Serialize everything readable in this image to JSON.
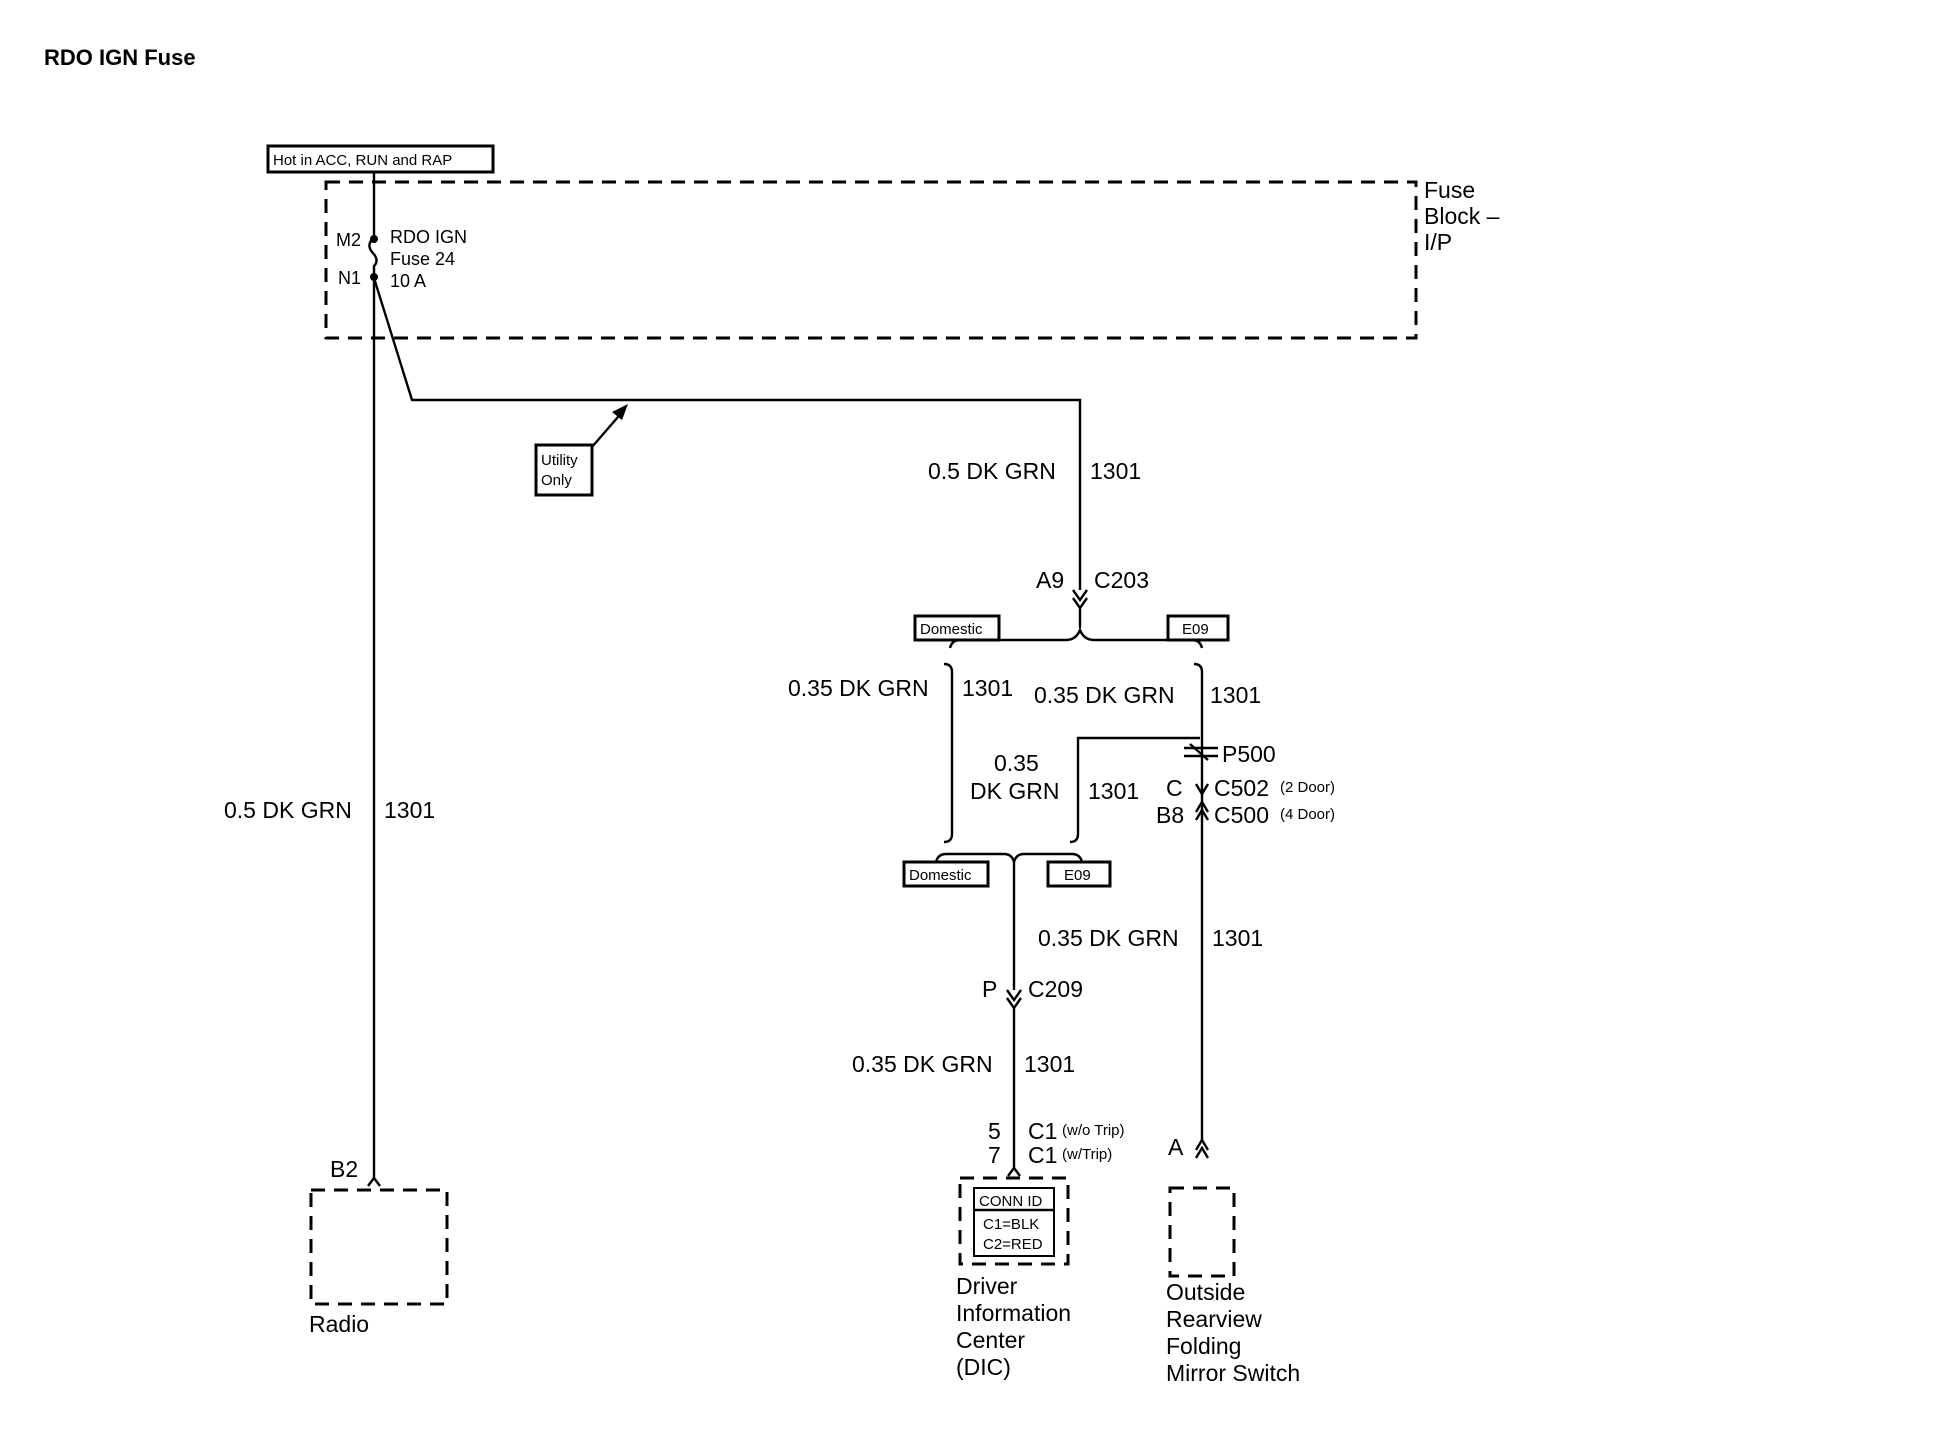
{
  "title": "RDO IGN Fuse",
  "hot_label": "Hot in ACC, RUN and RAP",
  "fuse_block": {
    "line1": "Fuse",
    "line2": "Block –",
    "line3": "I/P"
  },
  "fuse": {
    "pin_top": "M2",
    "pin_bottom": "N1",
    "name": "RDO IGN",
    "number": "Fuse 24",
    "rating": "10 A"
  },
  "utility": {
    "line1": "Utility",
    "line2": "Only"
  },
  "wires": {
    "radio_gauge": "0.5 DK GRN",
    "radio_circuit": "1301",
    "main_gauge": "0.5 DK GRN",
    "main_circuit": "1301",
    "dom_gauge": "0.35 DK GRN",
    "dom_circuit": "1301",
    "e09_gauge": "0.35 DK GRN",
    "e09_circuit": "1301",
    "mid_gauge_1": "0.35",
    "mid_gauge_2": "DK GRN",
    "mid_circuit": "1301",
    "mirror_gauge": "0.35 DK GRN",
    "mirror_circuit": "1301",
    "dic_gauge": "0.35 DK GRN",
    "dic_circuit": "1301"
  },
  "connectors": {
    "c203_pin": "A9",
    "c203_name": "C203",
    "p500": "P500",
    "c502_pin": "C",
    "c502_name": "C502",
    "c502_note": "(2 Door)",
    "c500_pin": "B8",
    "c500_name": "C500",
    "c500_note": "(4 Door)",
    "c209_pin": "P",
    "c209_name": "C209",
    "c1a_pin": "5",
    "c1a_name": "C1",
    "c1a_note": "(w/o Trip)",
    "c1b_pin": "7",
    "c1b_name": "C1",
    "c1b_note": "(w/Trip)",
    "radio_pin": "B2",
    "mirror_pin": "A"
  },
  "options": {
    "domestic_top": "Domestic",
    "e09_top": "E09",
    "domestic_bottom": "Domestic",
    "e09_bottom": "E09"
  },
  "radio": "Radio",
  "dic": {
    "conn_id": "CONN ID",
    "c1": "C1=BLK",
    "c2": "C2=RED",
    "name_1": "Driver",
    "name_2": "Information",
    "name_3": "Center",
    "name_4": "(DIC)"
  },
  "mirror": {
    "name_1": "Outside",
    "name_2": "Rearview",
    "name_3": "Folding",
    "name_4": "Mirror Switch"
  }
}
